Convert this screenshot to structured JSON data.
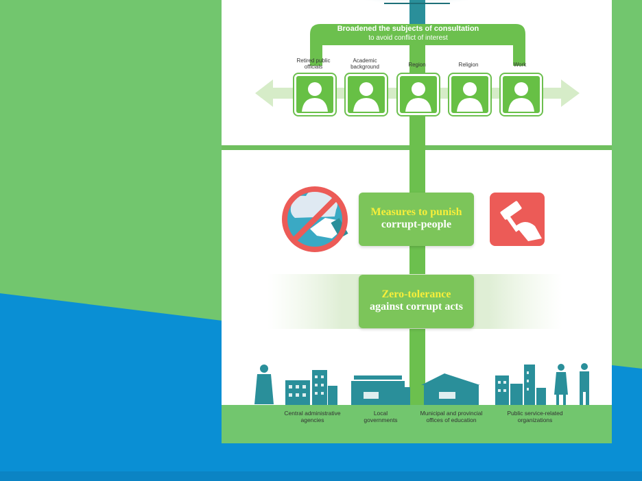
{
  "banner": {
    "title": "Broadened the subjects of consultation",
    "subtitle": "to avoid conflict of interest"
  },
  "persons": [
    {
      "label": "Retired public officials"
    },
    {
      "label": "Academic background"
    },
    {
      "label": "Region"
    },
    {
      "label": "Religion"
    },
    {
      "label": "Work"
    }
  ],
  "measures": {
    "highlight": "Measures to punish",
    "text": "corrupt-people"
  },
  "zero": {
    "highlight": "Zero-tolerance",
    "text": "against corrupt acts"
  },
  "organizations": [
    {
      "label": "Central administrative agencies"
    },
    {
      "label": "Local governments"
    },
    {
      "label": "Municipal and provincial offices of education"
    },
    {
      "label": "Public service-related organizations"
    }
  ],
  "colors": {
    "green": "#72c66e",
    "blue": "#0a8fd4",
    "teal": "#2a8f9a",
    "red": "#ec5b57"
  },
  "icons": [
    "person-icon",
    "no-bribe-icon",
    "gavel-icon",
    "judge-icon",
    "building-icon",
    "office-worker-icon"
  ]
}
